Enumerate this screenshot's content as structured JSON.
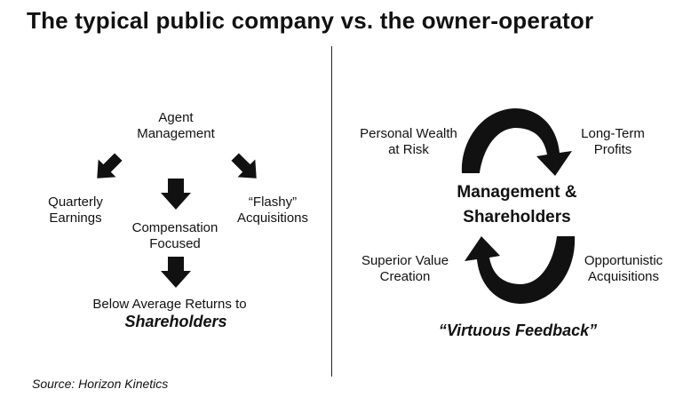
{
  "title": "The typical public company vs. the owner-operator",
  "left": {
    "agent_management": [
      "Agent",
      "Management"
    ],
    "quarterly_earnings": [
      "Quarterly",
      "Earnings"
    ],
    "flashy_acquisitions": [
      "“Flashy”",
      "Acquisitions"
    ],
    "compensation_focused": [
      "Compensation",
      "Focused"
    ],
    "below_average": "Below Average Returns to",
    "shareholders": "Shareholders"
  },
  "right": {
    "personal_wealth": [
      "Personal Wealth",
      "at Risk"
    ],
    "long_term_profits": [
      "Long-Term",
      "Profits"
    ],
    "center": [
      "Management &",
      "Shareholders"
    ],
    "superior_value": [
      "Superior Value",
      "Creation"
    ],
    "opportunistic": [
      "Opportunistic",
      "Acquisitions"
    ],
    "virtuous_feedback": "“Virtuous Feedback”"
  },
  "source": "Source: Horizon Kinetics",
  "colors": {
    "arrow": "#111111",
    "text": "#111111"
  }
}
